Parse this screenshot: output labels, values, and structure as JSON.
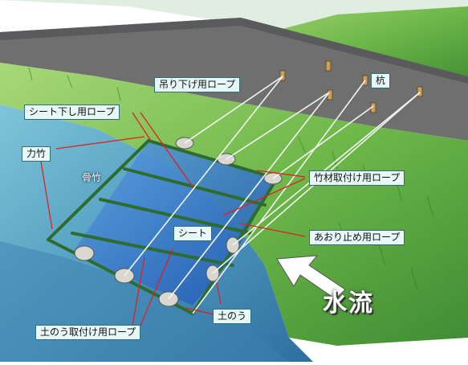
{
  "labels": {
    "hanging_rope": "吊り下げ用ロープ",
    "stake": "杭",
    "sheet_lowering_rope": "シート下し用ロープ",
    "support_bamboo": "力竹",
    "frame_bamboo": "骨竹",
    "bamboo_attach_rope": "竹材取付け用ロープ",
    "sheet": "シート",
    "flap_stop_rope": "あおり止め用ロープ",
    "sandbag": "土のう",
    "sandbag_attach_rope": "土のう取付け用ロープ",
    "water_flow": "水流"
  }
}
